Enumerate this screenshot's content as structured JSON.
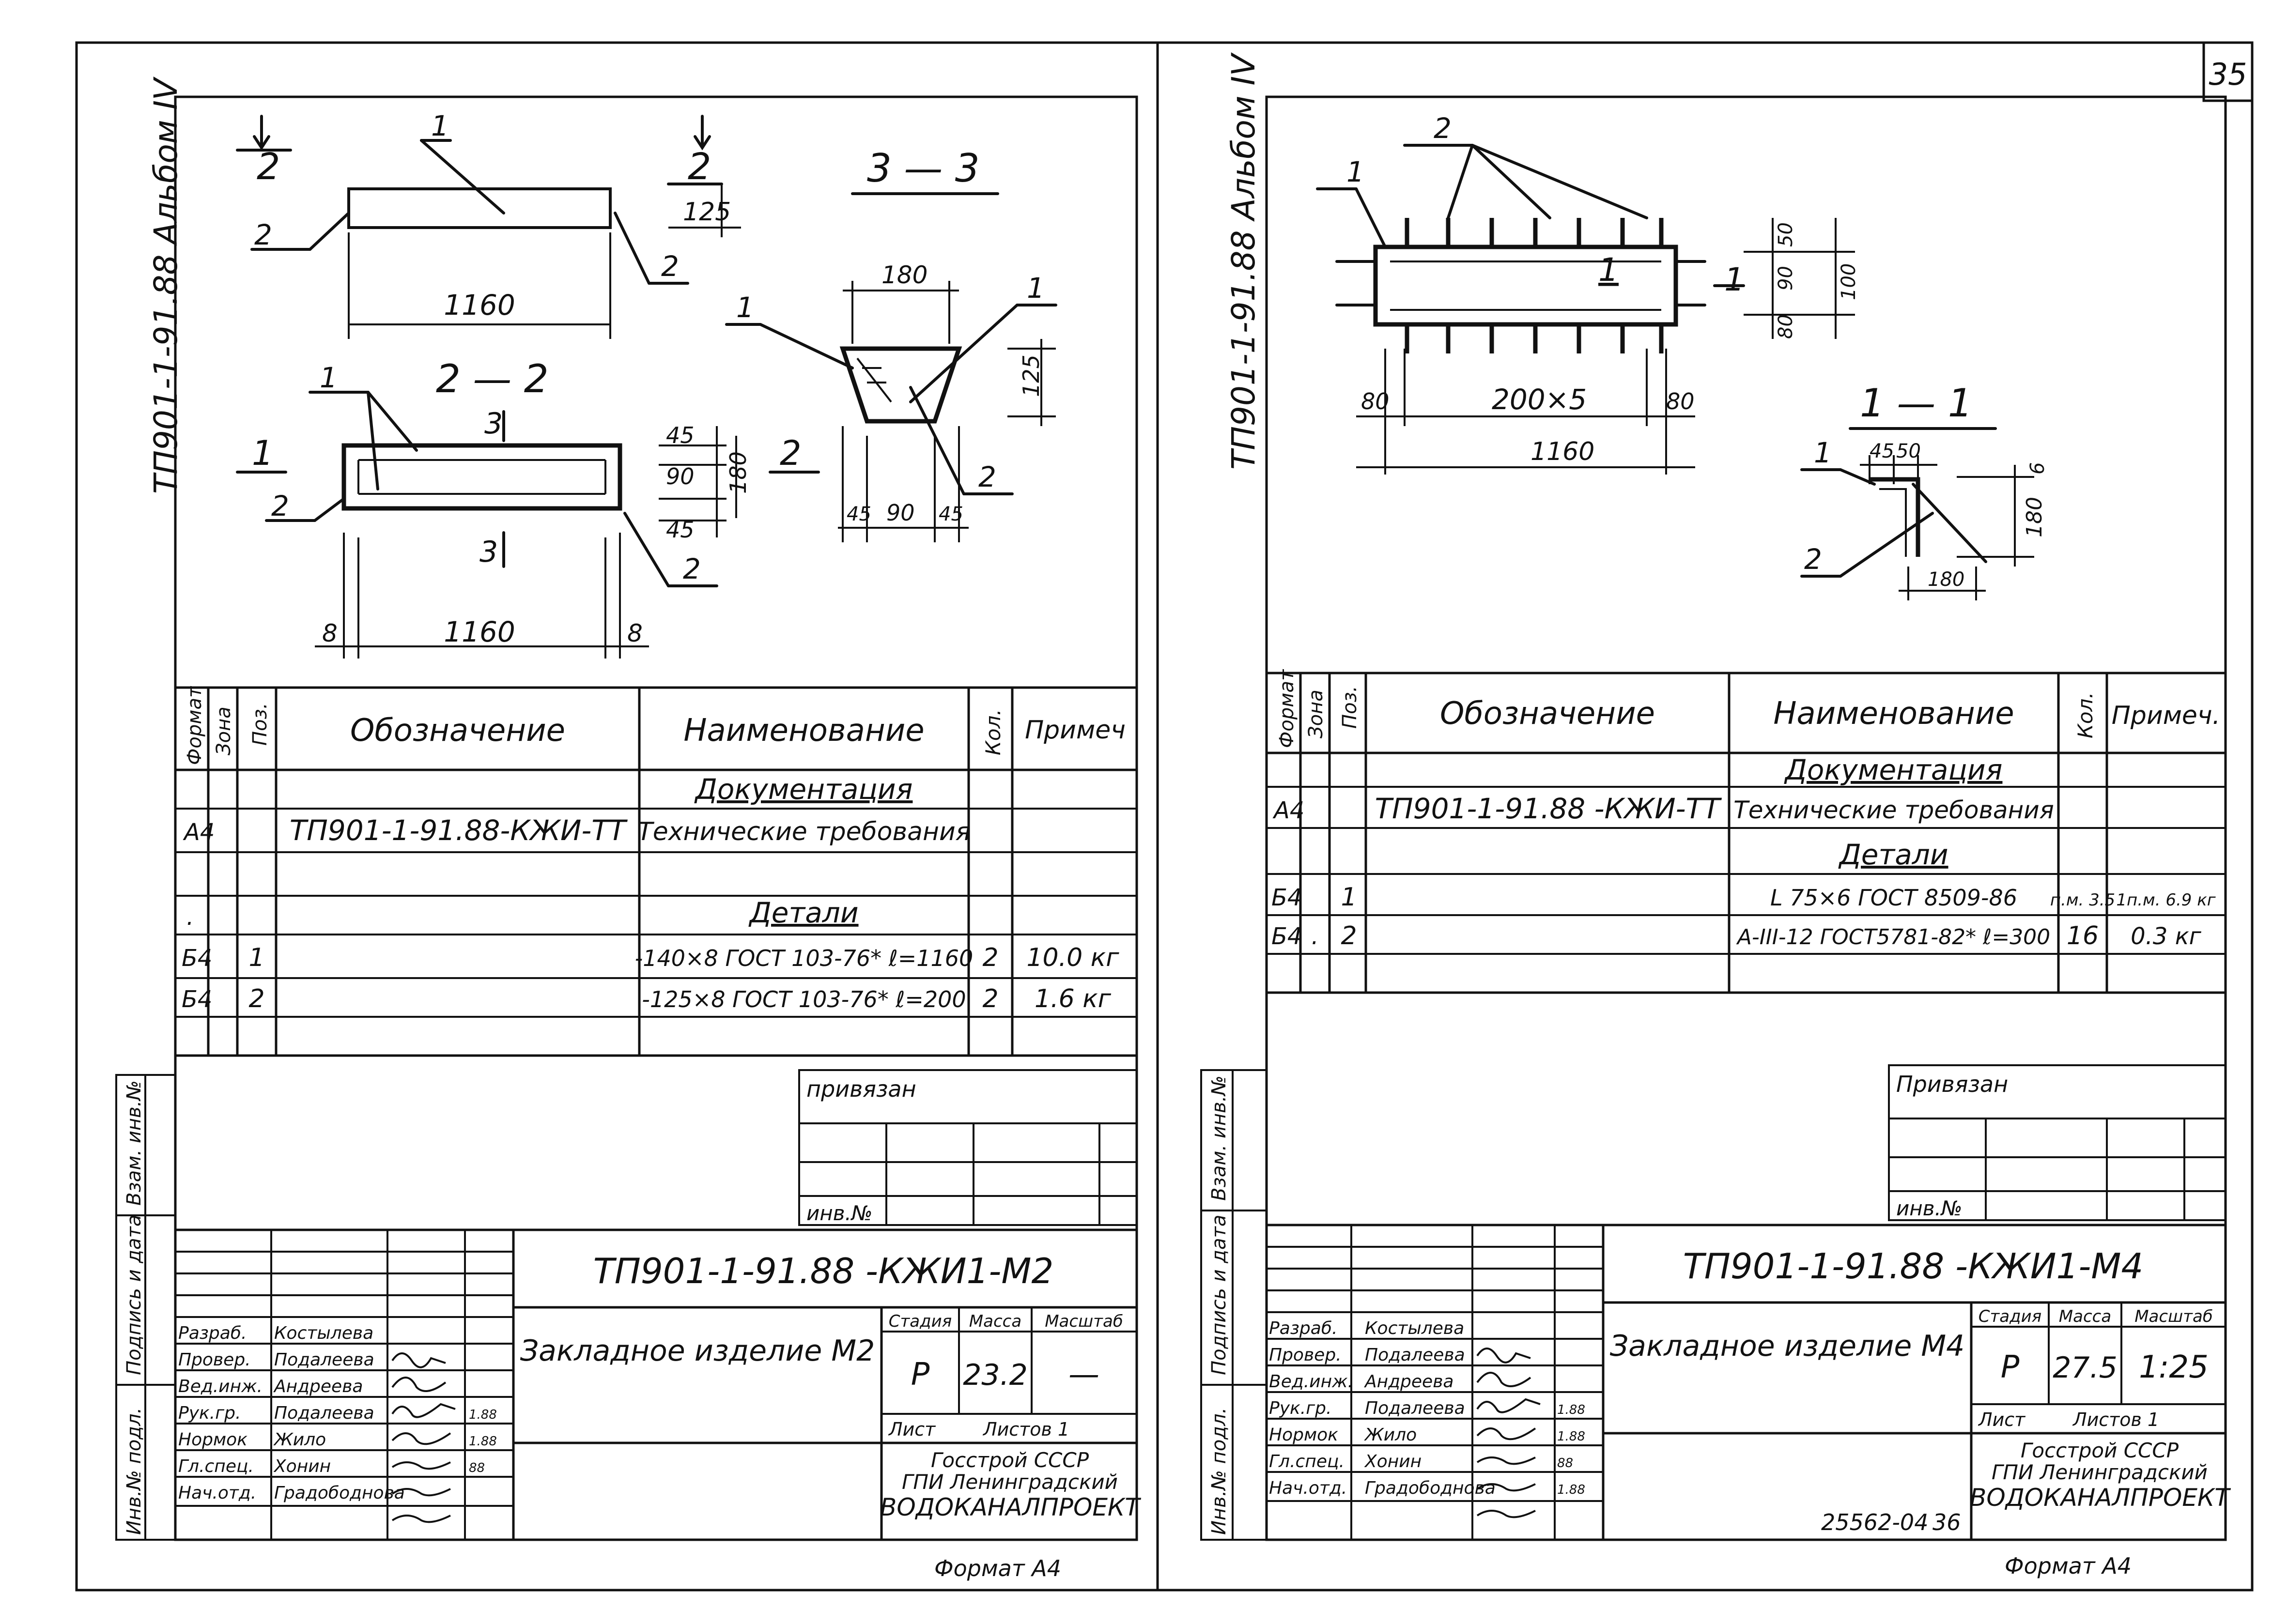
{
  "page_number": "35",
  "left_sheet": {
    "album_label": "ТП901-1-91.88 Альбом IV",
    "drawing": {
      "plan_view": {
        "section_mark": "2",
        "length": "1160",
        "callouts": [
          "1",
          "2",
          "2"
        ],
        "dim_right": "2",
        "dim_right_value": "125"
      },
      "section_2_2": {
        "title": "2 — 2",
        "marks": [
          "3",
          "3",
          "1",
          "2",
          "1",
          "2",
          "2"
        ],
        "dims": [
          "45",
          "90",
          "45",
          "180"
        ],
        "length": "1160",
        "end_a": "8",
        "end_b": "8"
      },
      "section_3_3": {
        "title": "3 — 3",
        "top": "180",
        "height": "125",
        "bottom": [
          "45",
          "90",
          "45"
        ],
        "callouts": [
          "1",
          "1",
          "2"
        ]
      }
    },
    "spec_table": {
      "headers": [
        "Формат",
        "Зона",
        "Поз.",
        "Обозначение",
        "Наименование",
        "Кол.",
        "Примеч"
      ],
      "rows": [
        [
          "",
          "",
          "",
          "",
          "Документация",
          "",
          ""
        ],
        [
          "А4",
          "",
          "",
          "ТП901-1-91.88-КЖИ-ТТ",
          "Технические требования",
          "",
          ""
        ],
        [
          "",
          "",
          "",
          "",
          "",
          "",
          ""
        ],
        [
          ".",
          "",
          "",
          "",
          "Детали",
          "",
          ""
        ],
        [
          "Б4",
          "",
          "1",
          "",
          "-140×8 ГОСТ 103-76*   ℓ=1160",
          "2",
          "10.0 кг"
        ],
        [
          "Б4",
          "",
          "2",
          "",
          "-125×8 ГОСТ 103-76*   ℓ=200",
          "2",
          "1.6 кг"
        ],
        [
          "",
          "",
          "",
          "",
          "",
          "",
          ""
        ]
      ]
    },
    "binding": {
      "privyazan": "привязан",
      "inv": "инв.№"
    },
    "side_stamps": [
      "Инв.№ подл.",
      "Подпись и дата",
      "Взам. инв.№"
    ],
    "title_block": {
      "code": "ТП901-1-91.88 -КЖИ1-М2",
      "name": "Закладное изделие М2",
      "stage_label": "Стадия",
      "mass_label": "Масса",
      "scale_label": "Масштаб",
      "stage": "Р",
      "mass": "23.2",
      "scale": "—",
      "sheet_label": "Лист",
      "sheets_label": "Листов 1",
      "org": [
        "Госстрой СССР",
        "ГПИ Ленинградский",
        "ВОДОКАНАЛПРОЕКТ"
      ],
      "people": [
        [
          "Разраб.",
          "Костылева",
          "",
          ""
        ],
        [
          "Провер.",
          "Подалеева",
          "",
          ""
        ],
        [
          "Вед.инж.",
          "Андреева",
          "",
          ""
        ],
        [
          "Рук.гр.",
          "Подалеева",
          "",
          "1.88"
        ],
        [
          "Нормок",
          "Жило",
          "",
          "1.88"
        ],
        [
          "Гл.спец.",
          "Хонин",
          "",
          "88"
        ],
        [
          "Нач.отд.",
          "Градободнова",
          "",
          ""
        ]
      ],
      "format": "Формат А4"
    }
  },
  "right_sheet": {
    "album_label": "ТП901-1-91.88 Альбом IV",
    "drawing": {
      "plan_view": {
        "callouts": [
          "1",
          "2",
          "1"
        ],
        "dims_bottom": [
          "80",
          "200×5",
          "80"
        ],
        "length": "1160",
        "dims_right": [
          "50",
          "90",
          "100",
          "80"
        ],
        "section_mark": "1"
      },
      "section_1_1": {
        "title": "1 — 1",
        "dims": [
          "45",
          "50",
          "6",
          "180",
          "180"
        ],
        "callouts": [
          "1",
          "2"
        ]
      }
    },
    "spec_table": {
      "headers": [
        "Формат",
        "Зона",
        "Поз.",
        "Обозначение",
        "Наименование",
        "Кол.",
        "Примеч."
      ],
      "rows": [
        [
          "",
          "",
          "",
          "",
          "Документация",
          "",
          ""
        ],
        [
          "А4",
          "",
          "",
          "ТП901-1-91.88 -КЖИ-ТТ",
          "Технические требования",
          "",
          ""
        ],
        [
          "",
          "",
          "",
          "",
          "Детали",
          "",
          ""
        ],
        [
          "Б4",
          "",
          "1",
          "",
          "L 75×6 ГОСТ 8509-86",
          "п.м. 3.5",
          "1п.м. 6.9 кг"
        ],
        [
          "Б4",
          ".",
          "2",
          "",
          "А-III-12 ГОСТ5781-82* ℓ=300",
          "16",
          "0.3 кг"
        ],
        [
          "",
          "",
          "",
          "",
          "",
          "",
          ""
        ]
      ]
    },
    "binding": {
      "privyazan": "Привязан",
      "inv": "инв.№"
    },
    "side_stamps": [
      "Инв.№ подл.",
      "Подпись и дата",
      "Взам. инв.№"
    ],
    "title_block": {
      "code": "ТП901-1-91.88 -КЖИ1-М4",
      "name": "Закладное изделие М4",
      "stage_label": "Стадия",
      "mass_label": "Масса",
      "scale_label": "Масштаб",
      "stage": "Р",
      "mass": "27.5",
      "scale": "1:25",
      "sheet_label": "Лист",
      "sheets_label": "Листов 1",
      "org": [
        "Госстрой СССР",
        "ГПИ Ленинградский",
        "ВОДОКАНАЛПРОЕКТ"
      ],
      "people": [
        [
          "Разраб.",
          "Костылева",
          "",
          ""
        ],
        [
          "Провер.",
          "Подалеева",
          "",
          ""
        ],
        [
          "Вед.инж.",
          "Андреева",
          "",
          ""
        ],
        [
          "Рук.гр.",
          "Подалеева",
          "",
          "1.88"
        ],
        [
          "Нормок",
          "Жило",
          "",
          "1.88"
        ],
        [
          "Гл.спец.",
          "Хонин",
          "",
          "88"
        ],
        [
          "Нач.отд.",
          "Градободнова",
          "",
          "1.88"
        ]
      ],
      "archive_number": "25562-04",
      "archive_sheet": "36",
      "format": "Формат А4"
    }
  }
}
